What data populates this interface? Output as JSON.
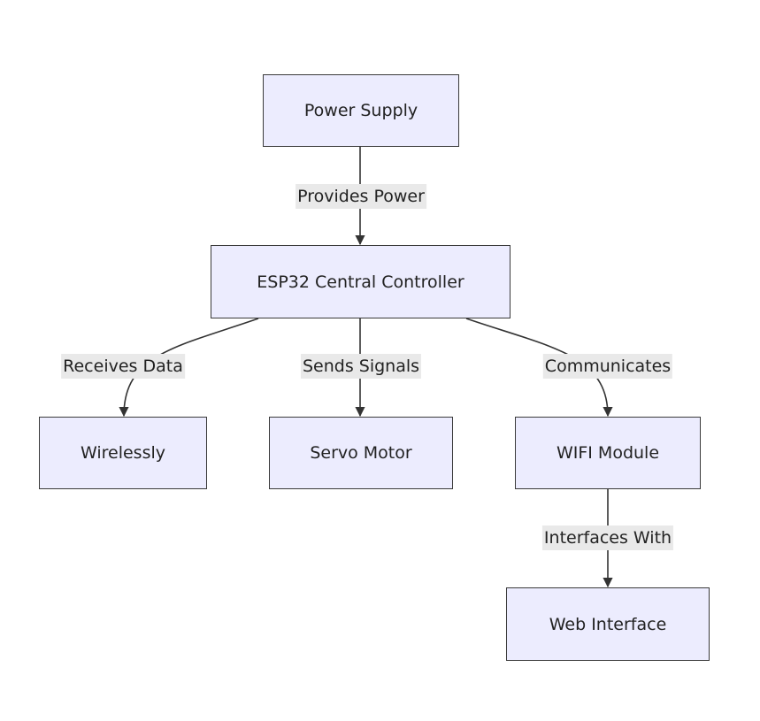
{
  "nodes": {
    "power_supply": "Power Supply",
    "esp32": "ESP32 Central Controller",
    "wirelessly": "Wirelessly",
    "servo_motor": "Servo Motor",
    "wifi_module": "WIFI Module",
    "web_interface": "Web Interface"
  },
  "edges": {
    "provides_power": "Provides Power",
    "receives_data": "Receives Data",
    "sends_signals": "Sends Signals",
    "communicates": "Communicates",
    "interfaces_with": "Interfaces With"
  },
  "colors": {
    "node_fill": "#ececfe",
    "node_stroke": "#3a3a3a",
    "edge_label_bg": "#e9e9e9",
    "edge_stroke": "#333333"
  }
}
